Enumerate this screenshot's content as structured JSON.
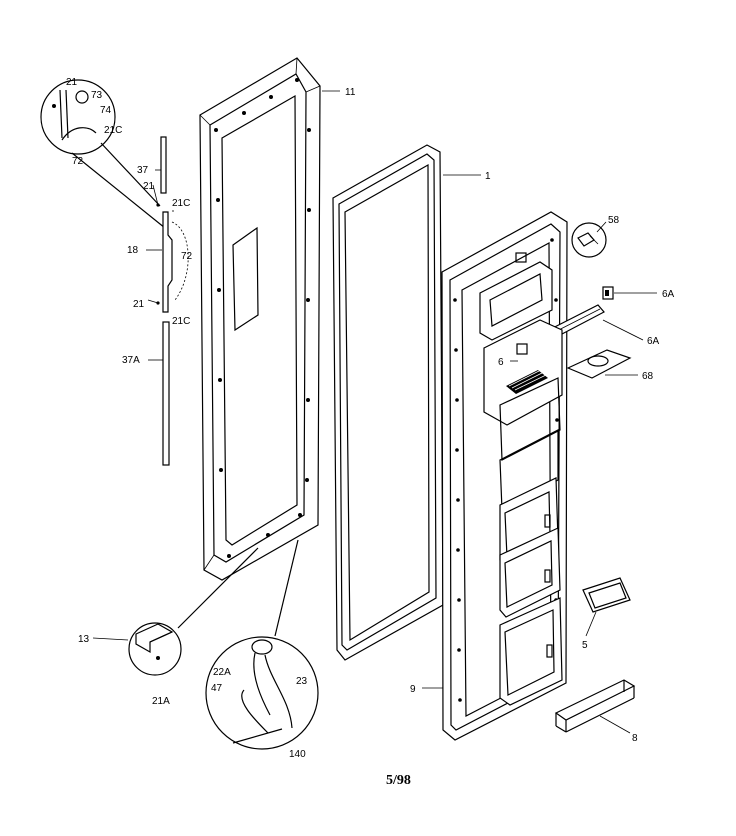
{
  "labels": {
    "p21_top": "21",
    "p73": "73",
    "p74": "74",
    "p21c_circle": "21C",
    "p72_circle": "72",
    "p37": "37",
    "p21_mid": "21",
    "p21c_top": "21C",
    "p18": "18",
    "p72": "72",
    "p21_low": "21",
    "p21c_low": "21C",
    "p37a": "37A",
    "p11": "11",
    "p1": "1",
    "p58_top": "58",
    "p6a_top": "6A",
    "p6a_mid": "6A",
    "p6": "6",
    "p68": "68",
    "p5": "5",
    "p9": "9",
    "p8": "8",
    "p13": "13",
    "p21a": "21A",
    "p22a": "22A",
    "p47": "47",
    "p23": "23",
    "p140": "140"
  },
  "footer": {
    "page_code": "5/98"
  }
}
